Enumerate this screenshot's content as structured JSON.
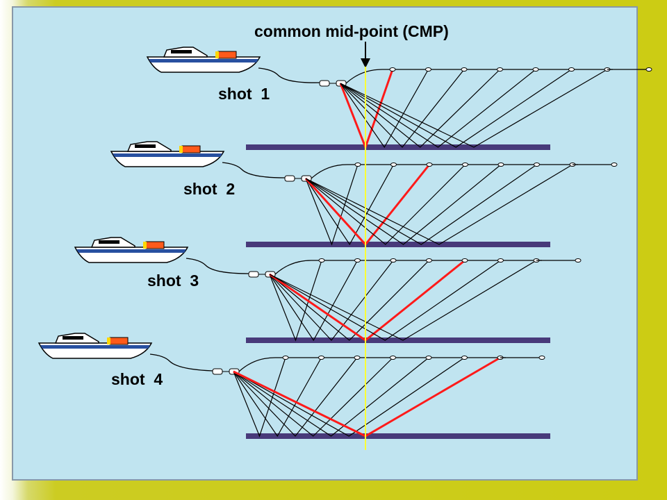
{
  "diagram": {
    "title": "common mid-point (CMP)",
    "shots": [
      {
        "label": "shot  1"
      },
      {
        "label": "shot  2"
      },
      {
        "label": "shot  3"
      },
      {
        "label": "shot  4"
      }
    ]
  },
  "colors": {
    "panel_background": "#c0e4f0",
    "panel_border": "#8898a8",
    "reflector": "#483a7a",
    "reflected_ray": "#000000",
    "cmp_ray": "#ff1a1a",
    "cmp_line": "#ffff33",
    "boat_hull": "#ffffff",
    "boat_stripe": "#2850a0",
    "cargo": "#ff5a1a",
    "slide_border": "#cccc14"
  },
  "icons": [
    "down-arrow-icon",
    "boat-icon",
    "airgun-source-icon",
    "hydrophone-icon"
  ]
}
